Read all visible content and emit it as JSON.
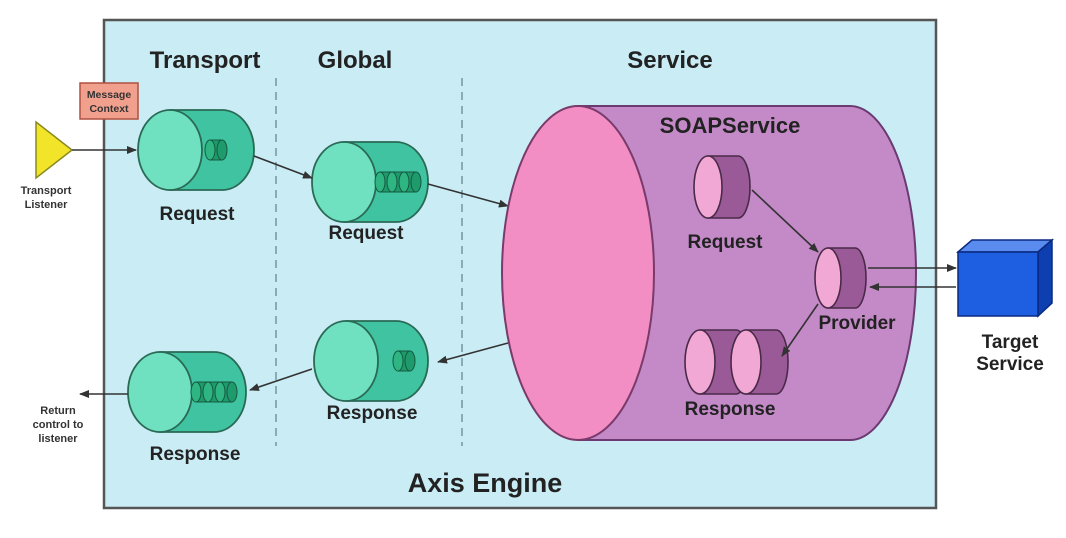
{
  "diagram": {
    "engine_label": "Axis Engine",
    "sections": {
      "transport": "Transport",
      "global": "Global",
      "service": "Service"
    },
    "message_context": [
      "Message",
      "Context"
    ],
    "transport_listener": [
      "Transport",
      "Listener"
    ],
    "return_control": [
      "Return",
      "control to",
      "listener"
    ],
    "transport_request": "Request",
    "transport_response": "Response",
    "global_request": "Request",
    "global_response": "Response",
    "soap_service": {
      "title": "SOAPService",
      "request": "Request",
      "response": "Response",
      "provider": "Provider"
    },
    "target_service": [
      "Target",
      "Service"
    ]
  },
  "colors": {
    "engine_bg": "#c9ecf5",
    "engine_border": "#555555",
    "green_body": "#3fc3a0",
    "green_face": "#6fe0c0",
    "green_handler": "#1f9a6c",
    "pink_face": "#f28ec4",
    "purple_body": "#c48ac8",
    "purple_handler": "#9a5a98",
    "target_blue": "#1d5fe0",
    "listener_yellow": "#f2e428",
    "context_box": "#f2a08e"
  }
}
